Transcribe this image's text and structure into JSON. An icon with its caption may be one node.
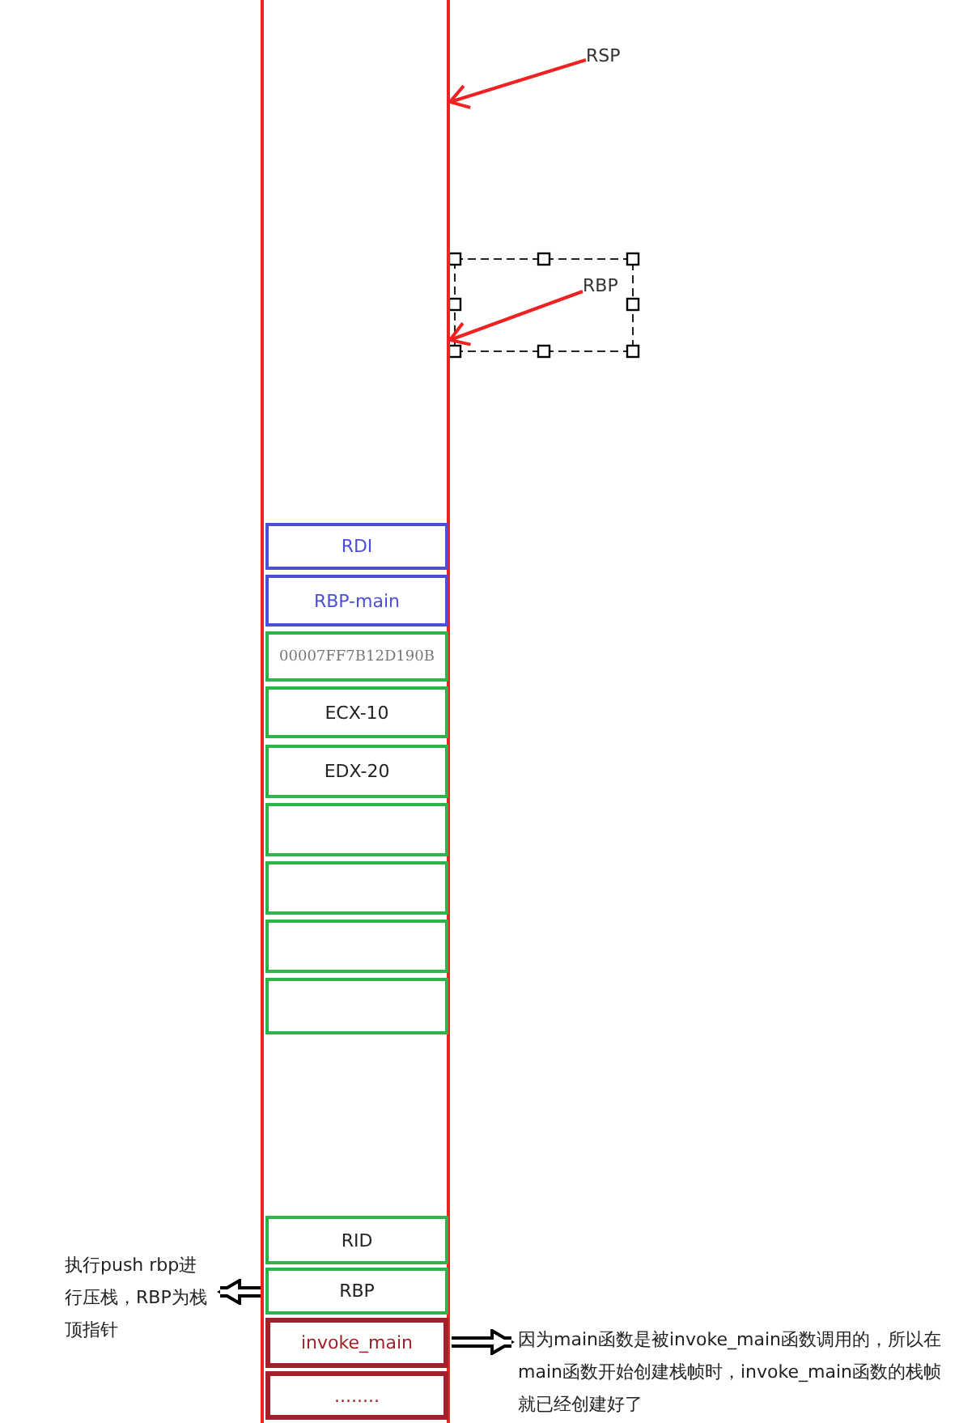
{
  "diagram": {
    "nodes": [
      {
        "text": [],
        "shape": "box"
      },
      {
        "text": [
          "RSP"
        ]
      },
      {
        "text": [
          "RBP"
        ]
      },
      {
        "text": [
          "RDI"
        ],
        "in": 0
      },
      {
        "text": [
          "RBP-main"
        ],
        "in": 0
      },
      {
        "text": [
          "00007FF7B12D190B"
        ],
        "in": 0
      },
      {
        "text": [
          "ECX-10"
        ],
        "in": 0
      },
      {
        "text": [
          "EDX-20"
        ],
        "in": 0
      },
      {
        "text": [],
        "shape": "box",
        "in": 0
      },
      {
        "text": [],
        "shape": "box",
        "in": 0
      },
      {
        "text": [],
        "shape": "box",
        "in": 0
      },
      {
        "text": [],
        "shape": "box",
        "in": 0
      },
      {
        "text": [
          "RID"
        ],
        "in": 0
      },
      {
        "text": [
          "RBP"
        ],
        "in": 0
      },
      {
        "text": [
          "invoke_main"
        ],
        "in": 0
      },
      {
        "text": [
          "........"
        ],
        "in": 0
      },
      {
        "text": [
          "执行push rbp进行压栈，RBP为栈顶指针"
        ]
      },
      {
        "text": [
          "因为main函数是被invoke_main函数调用的，所以在main函数开始创建栈帧时，invoke_main函数的栈帧就已经创建好了"
        ]
      }
    ],
    "edges": [
      {
        "from": 1,
        "to": 0,
        "arrow": "to",
        "color": "#ee2222"
      },
      {
        "from": 2,
        "to": 0,
        "arrow": "to",
        "color": "#ee2222"
      },
      {
        "from": 13,
        "to": 16,
        "arrow": "to",
        "style": "thick",
        "color": "#000000"
      },
      {
        "from": 14,
        "to": 17,
        "arrow": "to",
        "style": "thick",
        "color": "#000000"
      }
    ]
  }
}
